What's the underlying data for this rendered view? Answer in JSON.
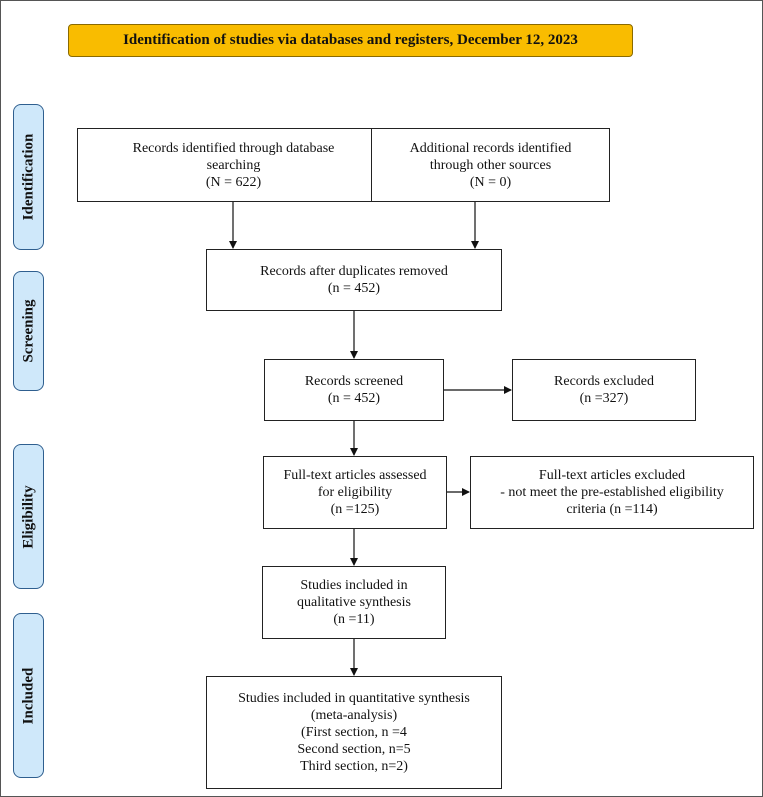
{
  "title": "Identification of studies via databases and registers, December 12, 2023",
  "stages": {
    "identification": "Identification",
    "screening": "Screening",
    "eligibility": "Eligibility",
    "included": "Included"
  },
  "boxes": {
    "db_search": [
      "Records identified through database",
      "searching",
      "(N = 622)"
    ],
    "other_sources": [
      "Additional records identified",
      "through other sources",
      "(N = 0)"
    ],
    "dedup": [
      "Records after duplicates removed",
      "(n = 452)"
    ],
    "screened": [
      "Records screened",
      "(n = 452)"
    ],
    "excluded": [
      "Records excluded",
      "(n =327)"
    ],
    "fulltext": [
      "Full-text articles assessed",
      "for eligibility",
      "(n =125)"
    ],
    "fulltext_excluded": [
      "Full-text articles excluded",
      "- not meet the pre-established eligibility",
      "criteria (n =114)"
    ],
    "qualitative": [
      "Studies included in",
      "qualitative synthesis",
      "(n =11)"
    ],
    "quantitative": [
      "Studies included in quantitative synthesis",
      "(meta-analysis)",
      "(First section, n =4",
      "Second section, n=5",
      "Third section, n=2)"
    ]
  },
  "colors": {
    "header_fill": "#f9bc00",
    "stage_fill": "#cfe8fa",
    "stage_border": "#2f5f8f"
  }
}
